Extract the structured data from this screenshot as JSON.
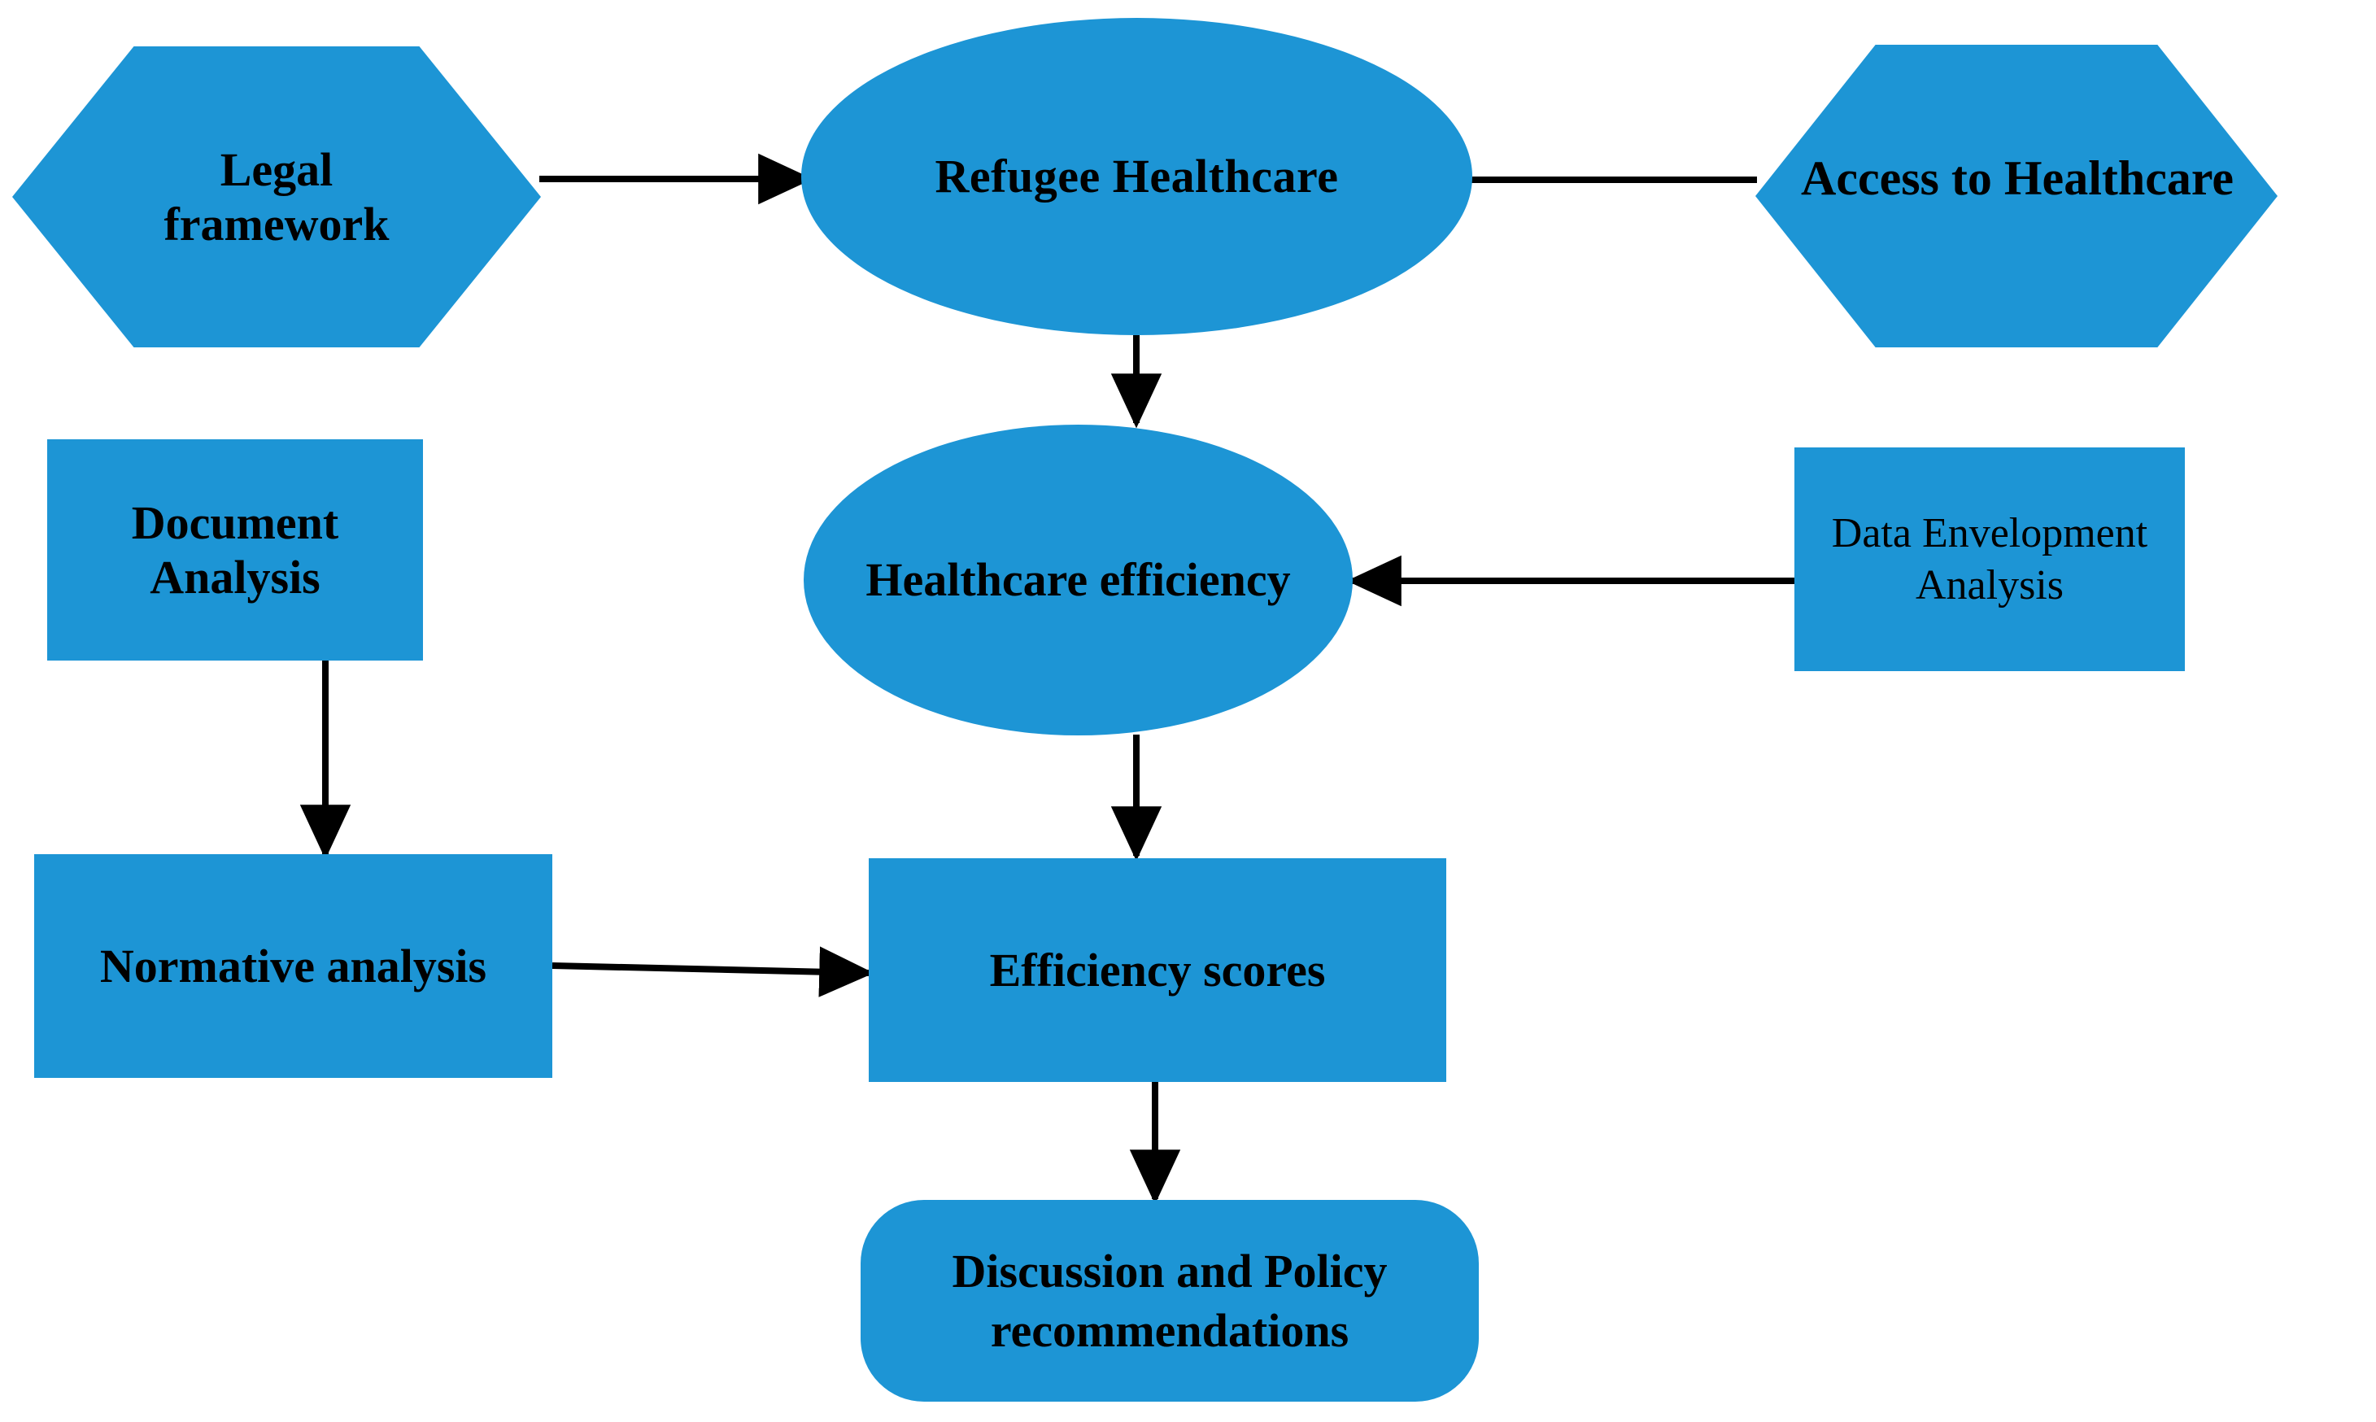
{
  "diagram": {
    "title": "Refugee Healthcare research flowchart",
    "background_color": "#ffffff",
    "node_fill_color": "#1d95d5",
    "edge_color": "#000000",
    "text_color": "#000000"
  },
  "nodes": {
    "legal_framework": {
      "label": "Legal\nframework",
      "shape": "hexagon"
    },
    "refugee_healthcare": {
      "label": "Refugee Healthcare",
      "shape": "ellipse"
    },
    "access_to_healthcare": {
      "label": "Access to Healthcare",
      "shape": "hexagon"
    },
    "document_analysis": {
      "label": "Document Analysis",
      "shape": "rectangle"
    },
    "healthcare_efficiency": {
      "label": "Healthcare efficiency",
      "shape": "ellipse"
    },
    "data_envelopment_analysis": {
      "label": "Data Envelopment\nAnalysis",
      "shape": "rectangle"
    },
    "normative_analysis": {
      "label": "Normative  analysis",
      "shape": "rectangle"
    },
    "efficiency_scores": {
      "label": "Efficiency  scores",
      "shape": "rectangle"
    },
    "discussion_policy": {
      "label": "Discussion  and  Policy\nrecommendations",
      "shape": "rounded-rectangle"
    }
  },
  "edges": [
    {
      "from": "legal_framework",
      "to": "refugee_healthcare",
      "direction": "right"
    },
    {
      "from": "access_to_healthcare",
      "to": "refugee_healthcare",
      "direction": "left"
    },
    {
      "from": "refugee_healthcare",
      "to": "healthcare_efficiency",
      "direction": "down"
    },
    {
      "from": "data_envelopment_analysis",
      "to": "healthcare_efficiency",
      "direction": "left"
    },
    {
      "from": "document_analysis",
      "to": "normative_analysis",
      "direction": "down"
    },
    {
      "from": "healthcare_efficiency",
      "to": "efficiency_scores",
      "direction": "down"
    },
    {
      "from": "normative_analysis",
      "to": "efficiency_scores",
      "direction": "right"
    },
    {
      "from": "efficiency_scores",
      "to": "discussion_policy",
      "direction": "down"
    }
  ]
}
